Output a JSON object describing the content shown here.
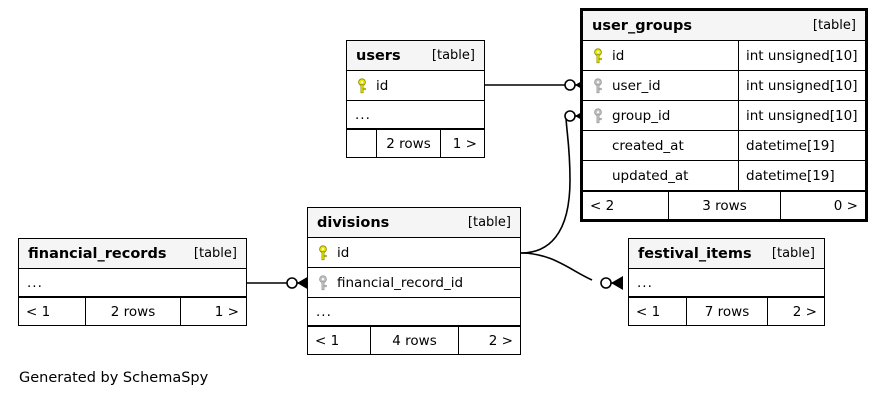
{
  "diagram": {
    "generator_caption": "Generated by SchemaSpy",
    "table_tag": "[table]",
    "ellipsis": "...",
    "colors": {
      "primary_key": "#e8e800",
      "foreign_key": "#b3b3b3",
      "header_background": "#f5f5f5",
      "border": "#000000",
      "background": "#ffffff"
    }
  },
  "tables": {
    "user_groups": {
      "name": "user_groups",
      "tag": "[table]",
      "focused": true,
      "columns": [
        {
          "key": "primary-key-icon",
          "name": "id",
          "type": "int unsigned[10]"
        },
        {
          "key": "foreign-key-icon",
          "name": "user_id",
          "type": "int unsigned[10]"
        },
        {
          "key": "foreign-key-icon",
          "name": "group_id",
          "type": "int unsigned[10]"
        },
        {
          "key": "none",
          "name": "created_at",
          "type": "datetime[19]"
        },
        {
          "key": "none",
          "name": "updated_at",
          "type": "datetime[19]"
        }
      ],
      "footer": {
        "prev": "< 2",
        "rows": "3 rows",
        "next": "0 >"
      }
    },
    "users": {
      "name": "users",
      "tag": "[table]",
      "focused": false,
      "columns": [
        {
          "key": "primary-key-icon",
          "name": "id",
          "type": ""
        }
      ],
      "has_ellipsis_row": true,
      "footer": {
        "prev": "",
        "rows": "2 rows",
        "next": "1 >"
      }
    },
    "divisions": {
      "name": "divisions",
      "tag": "[table]",
      "focused": false,
      "columns": [
        {
          "key": "primary-key-icon",
          "name": "id",
          "type": ""
        },
        {
          "key": "foreign-key-icon",
          "name": "financial_record_id",
          "type": ""
        }
      ],
      "has_ellipsis_row": true,
      "footer": {
        "prev": "< 1",
        "rows": "4 rows",
        "next": "2 >"
      }
    },
    "financial_records": {
      "name": "financial_records",
      "tag": "[table]",
      "focused": false,
      "columns": [],
      "has_ellipsis_row": true,
      "footer": {
        "prev": "< 1",
        "rows": "2 rows",
        "next": "1 >"
      }
    },
    "festival_items": {
      "name": "festival_items",
      "tag": "[table]",
      "focused": false,
      "columns": [],
      "has_ellipsis_row": true,
      "footer": {
        "prev": "< 1",
        "rows": "7 rows",
        "next": "2 >"
      }
    }
  },
  "relationships": [
    {
      "from": "users",
      "to": "user_groups.user_id"
    },
    {
      "from": "divisions",
      "to": "user_groups.group_id"
    },
    {
      "from": "financial_records",
      "to": "divisions.financial_record_id"
    },
    {
      "from": "divisions",
      "to": "festival_items"
    }
  ]
}
